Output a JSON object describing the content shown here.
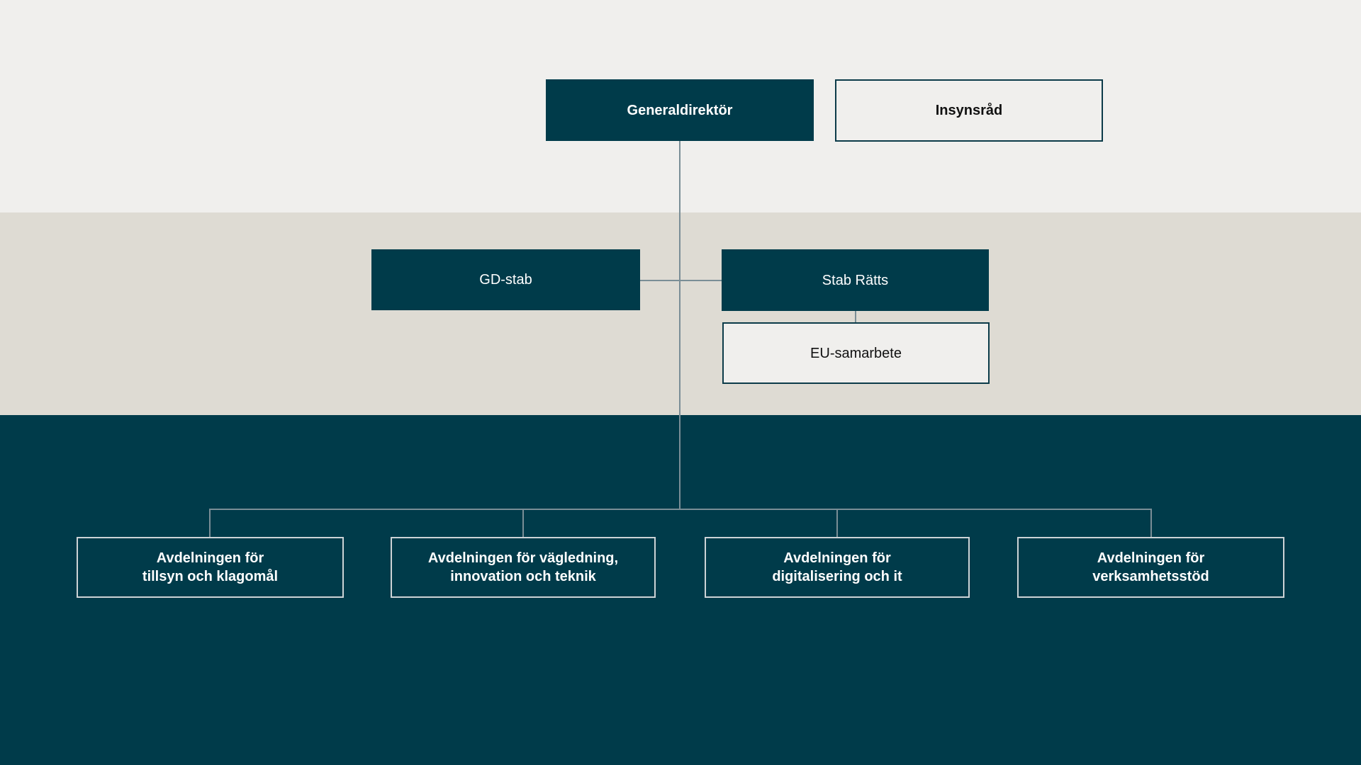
{
  "palette": {
    "dark_teal": "#003B4A",
    "band_top_background": "#F0EFED",
    "band_middle_background": "#DEDBD3",
    "connector_line": "#7A8E96",
    "light_box_border": "#CDD3D6",
    "dark_box_border": "#0C3B49",
    "text_on_dark": "#FFFFFF",
    "text_on_light": "#111111"
  },
  "org_chart": {
    "type": "org-chart",
    "top_level": {
      "generaldirektor": {
        "label": "Generaldirektör"
      },
      "insynsrad": {
        "label": "Insynsråd"
      }
    },
    "staff_level": {
      "gd_stab": {
        "label": "GD-stab"
      },
      "stab_ratts": {
        "label": "Stab Rätts"
      },
      "eu_samarbete": {
        "label": "EU-samarbete"
      }
    },
    "departments": [
      {
        "line1": "Avdelningen för",
        "line2": "tillsyn och klagomål"
      },
      {
        "line1": "Avdelningen för vägledning,",
        "line2": "innovation och teknik"
      },
      {
        "line1": "Avdelningen för",
        "line2": "digitalisering och it"
      },
      {
        "line1": "Avdelningen för",
        "line2": "verksamhetsstöd"
      }
    ]
  }
}
